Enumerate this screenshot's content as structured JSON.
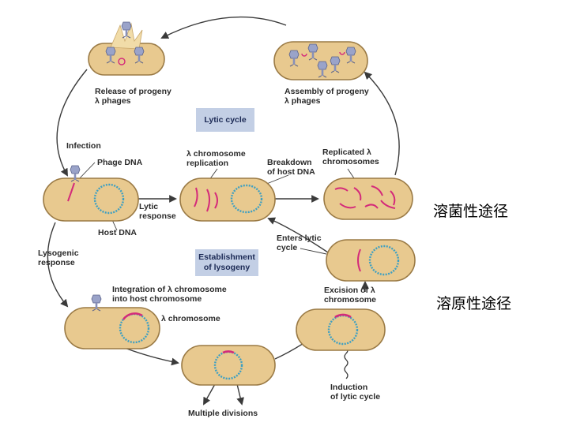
{
  "labels": {
    "release": "Release of progeny\nλ phages",
    "assembly": "Assembly of progeny\nλ phages",
    "lytic_cycle": "Lytic cycle",
    "infection": "Infection",
    "phage_dna": "Phage DNA",
    "lambda_replication": "λ chromosome\nreplication",
    "breakdown": "Breakdown\nof host DNA",
    "replicated": "Replicated λ\nchromosomes",
    "lytic_response": "Lytic\nresponse",
    "host_dna": "Host DNA",
    "enters_lytic": "Enters lytic\ncycle",
    "lysogenic_response": "Lysogenic\nresponse",
    "establishment": "Establishment\nof lysogeny",
    "integration": "Integration of λ chromosome\ninto host chromosome",
    "lambda_chromosome": "λ chromosome",
    "excision": "Excision of λ\nchromosome",
    "induction": "Induction\nof lytic cycle",
    "multiple_divisions": "Multiple divisions"
  },
  "side_labels": {
    "lytic_pathway": "溶菌性途径",
    "lysogenic_pathway": "溶原性途径"
  },
  "colors": {
    "cell_fill": "#e8c98f",
    "cell_outline": "#9a7a45",
    "host_dna": "#3d9fc2",
    "phage_dna": "#d42a7a",
    "arrow": "#3a3a3a",
    "box_fill": "#c3cfe5"
  },
  "icons": [
    "phage-icon",
    "curved-arrow-icon",
    "wavy-arrow-icon"
  ]
}
